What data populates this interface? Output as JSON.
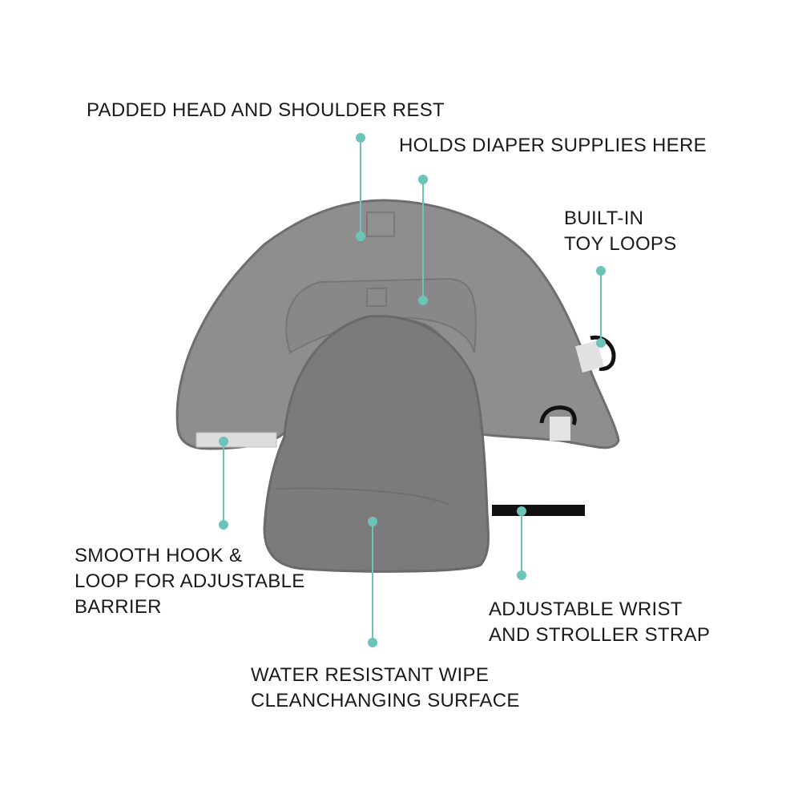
{
  "colors": {
    "callout": "#6cc4b8",
    "mat_outer": "#8a8a8a",
    "mat_inner": "#7a7a7a",
    "text": "#1a1a1a"
  },
  "callouts": {
    "head_rest": {
      "lines": [
        "PADDED HEAD AND SHOULDER REST"
      ]
    },
    "diaper_supplies": {
      "lines": [
        "HOLDS DIAPER SUPPLIES HERE"
      ]
    },
    "toy_loops": {
      "lines": [
        "BUILT-IN",
        "TOY LOOPS"
      ]
    },
    "hook_loop": {
      "lines": [
        "SMOOTH HOOK &",
        "LOOP FOR ADJUSTABLE",
        "BARRIER"
      ]
    },
    "wrist_strap": {
      "lines": [
        "ADJUSTABLE WRIST",
        "AND STROLLER STRAP"
      ]
    },
    "surface": {
      "lines": [
        "WATER RESISTANT WIPE",
        "CLEANCHANGING SURFACE"
      ]
    }
  }
}
